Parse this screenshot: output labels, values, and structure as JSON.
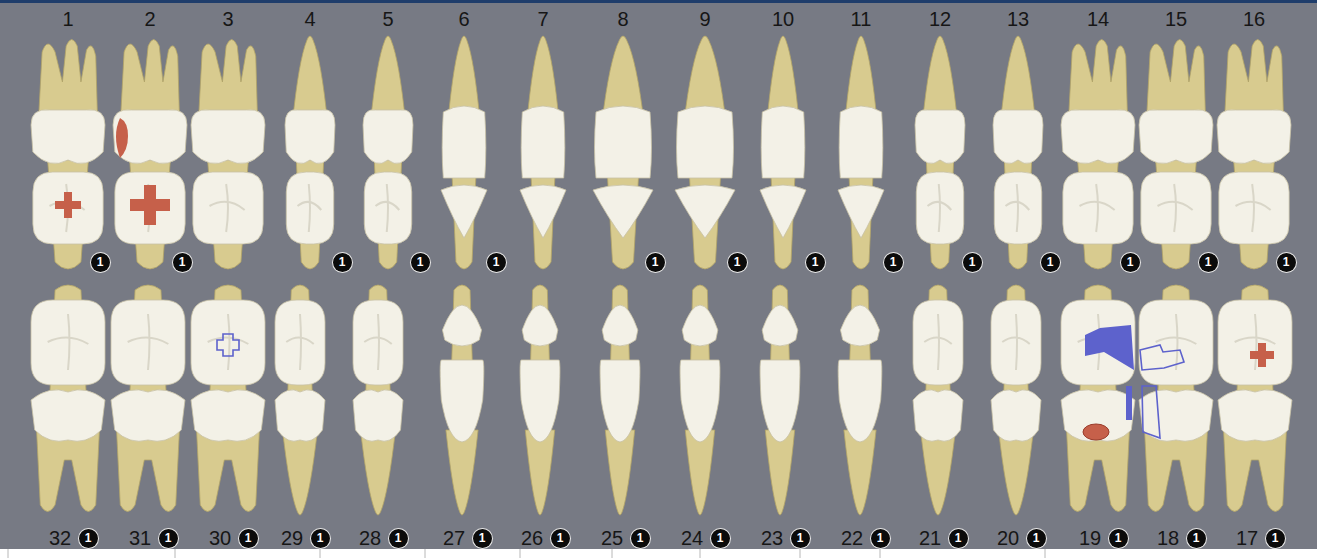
{
  "diagram": {
    "nodes": [
      {
        "text": [
          "1"
        ]
      },
      {
        "text": [
          "1"
        ]
      },
      {
        "text": [
          "1"
        ]
      },
      {
        "text": [
          "1"
        ]
      },
      {
        "text": [
          "1"
        ]
      },
      {
        "text": [
          "1"
        ]
      },
      {
        "text": [
          "1"
        ]
      },
      {
        "text": [
          "1"
        ]
      },
      {
        "text": [
          "1"
        ]
      },
      {
        "text": [
          "1"
        ]
      },
      {
        "text": [
          "1"
        ]
      },
      {
        "text": [
          "1"
        ]
      },
      {
        "text": [
          "1"
        ]
      },
      {
        "text": [
          "1"
        ]
      },
      {
        "text": [
          "1"
        ]
      },
      {
        "text": [
          "1"
        ]
      },
      {
        "text": [
          "1"
        ]
      },
      {
        "text": [
          "1"
        ]
      },
      {
        "text": [
          "1"
        ]
      },
      {
        "text": [
          "1"
        ]
      },
      {
        "text": [
          "1"
        ]
      },
      {
        "text": [
          "1"
        ]
      },
      {
        "text": [
          "1"
        ]
      },
      {
        "text": [
          "1"
        ]
      },
      {
        "text": [
          "1"
        ]
      },
      {
        "text": [
          "1"
        ]
      },
      {
        "text": [
          "1"
        ]
      },
      {
        "text": [
          "1"
        ]
      },
      {
        "text": [
          "1"
        ]
      },
      {
        "text": [
          "1"
        ]
      }
    ],
    "labels": [
      "1",
      "2",
      "3",
      "4",
      "5",
      "6",
      "7",
      "8",
      "9",
      "10",
      "11",
      "12",
      "13",
      "14",
      "15",
      "16",
      "32",
      "31",
      "30",
      "29",
      "28",
      "27",
      "26",
      "25",
      "24",
      "23",
      "22",
      "21",
      "20",
      "19",
      "18",
      "17"
    ]
  }
}
